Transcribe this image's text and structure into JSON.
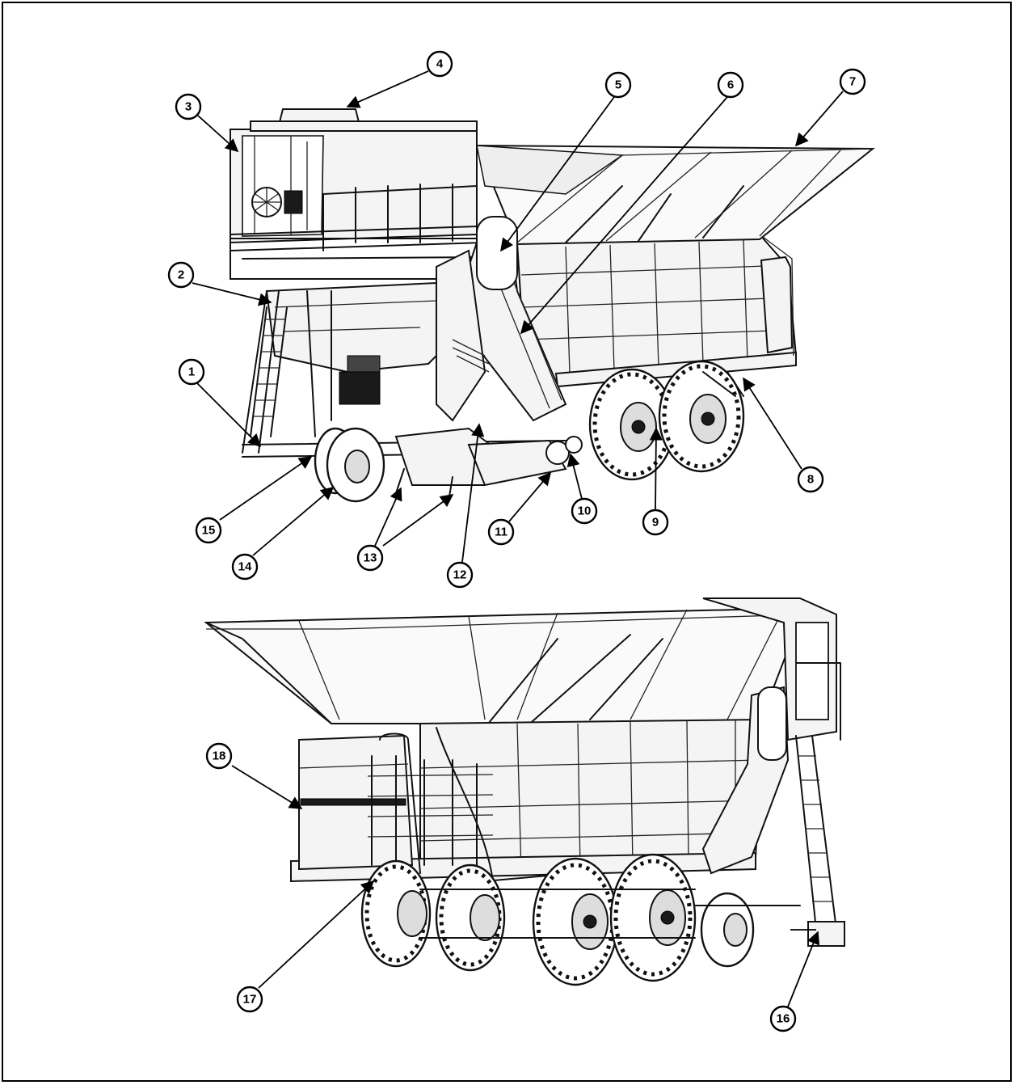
{
  "callouts": [
    {
      "n": "1"
    },
    {
      "n": "2"
    },
    {
      "n": "3"
    },
    {
      "n": "4"
    },
    {
      "n": "5"
    },
    {
      "n": "6"
    },
    {
      "n": "7"
    },
    {
      "n": "8"
    },
    {
      "n": "9"
    },
    {
      "n": "10"
    },
    {
      "n": "11"
    },
    {
      "n": "12"
    },
    {
      "n": "13"
    },
    {
      "n": "14"
    },
    {
      "n": "15"
    },
    {
      "n": "16"
    },
    {
      "n": "17"
    },
    {
      "n": "18"
    }
  ],
  "style": {
    "line_color": "#111111",
    "background": "#ffffff"
  }
}
